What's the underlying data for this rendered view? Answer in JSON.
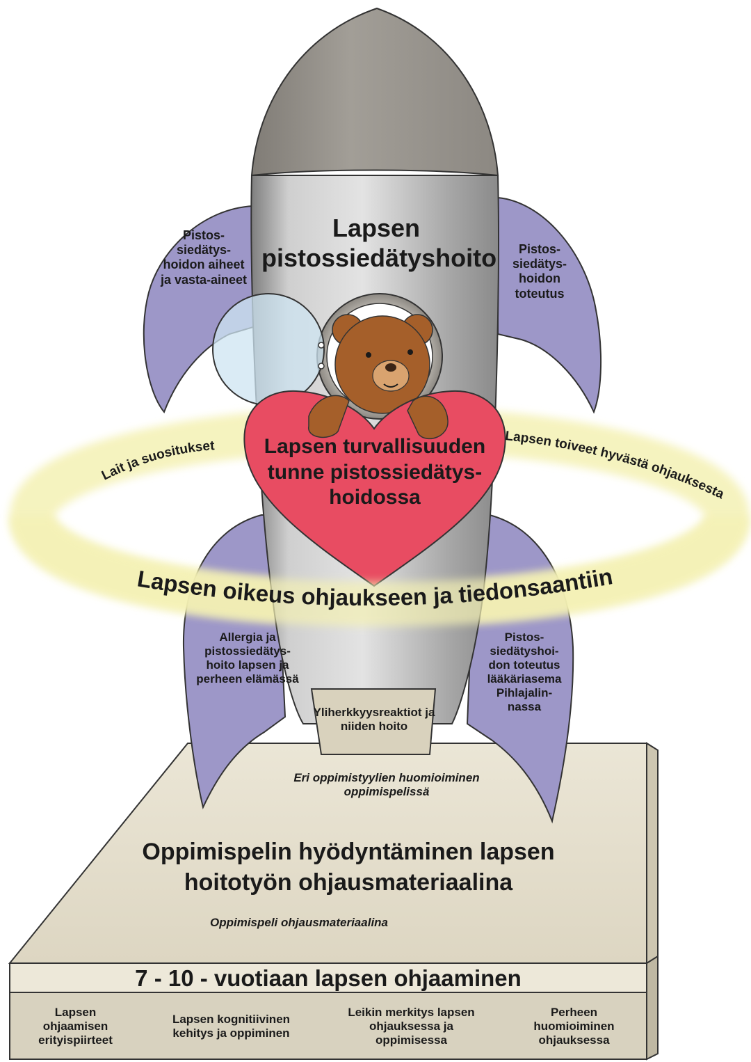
{
  "rocket": {
    "title": "Lapsen pistossiedätyshoito",
    "heart_text": "Lapsen turvallisuuden tunne pistossiedätys-hoidossa",
    "nozzle_text": "Yliherkkyysreaktiot ja niiden hoito"
  },
  "fins": {
    "upper_left": "Pistos-siedätys-hoidon aiheet ja vasta-aineet",
    "upper_right": "Pistos-siedätys-hoidon toteutus",
    "lower_left": "Allergia ja pistossiedätys-hoito lapsen ja perheen elämässä",
    "lower_right": "Pistos-siedätyshoi-don toteutus lääkäriasema Pihlajalin-nassa"
  },
  "ring": {
    "left_label": "Lait ja suositukset",
    "right_label": "Lapsen toiveet hyvästä ohjauksesta",
    "front_label": "Lapsen oikeus ohjaukseen ja tiedonsaantiin"
  },
  "platform": {
    "top_italic": "Eri oppimistyylien huomioiminen oppimispelissä",
    "main_title": "Oppimispelin hyödyntäminen lapsen hoitotyön ohjausmateriaalina",
    "bottom_italic": "Oppimispeli ohjausmateriaalina",
    "band_title": "7 - 10 - vuotiaan lapsen ohjaaminen",
    "columns": [
      "Lapsen ohjaamisen erityispiirteet",
      "Lapsen kognitiivinen kehitys ja oppiminen",
      "Leikin merkitys lapsen ohjauksessa ja oppimisessa",
      "Perheen huomioiminen ohjauksessa"
    ]
  },
  "colors": {
    "rocket_body": "#b5b5b5",
    "nose_cone": "#95918a",
    "fins": "#9d97c8",
    "heart": "#e84c62",
    "ring_glow": "#f4f1b4",
    "platform": "#e6e1d2",
    "bear": "#a55f2a"
  }
}
